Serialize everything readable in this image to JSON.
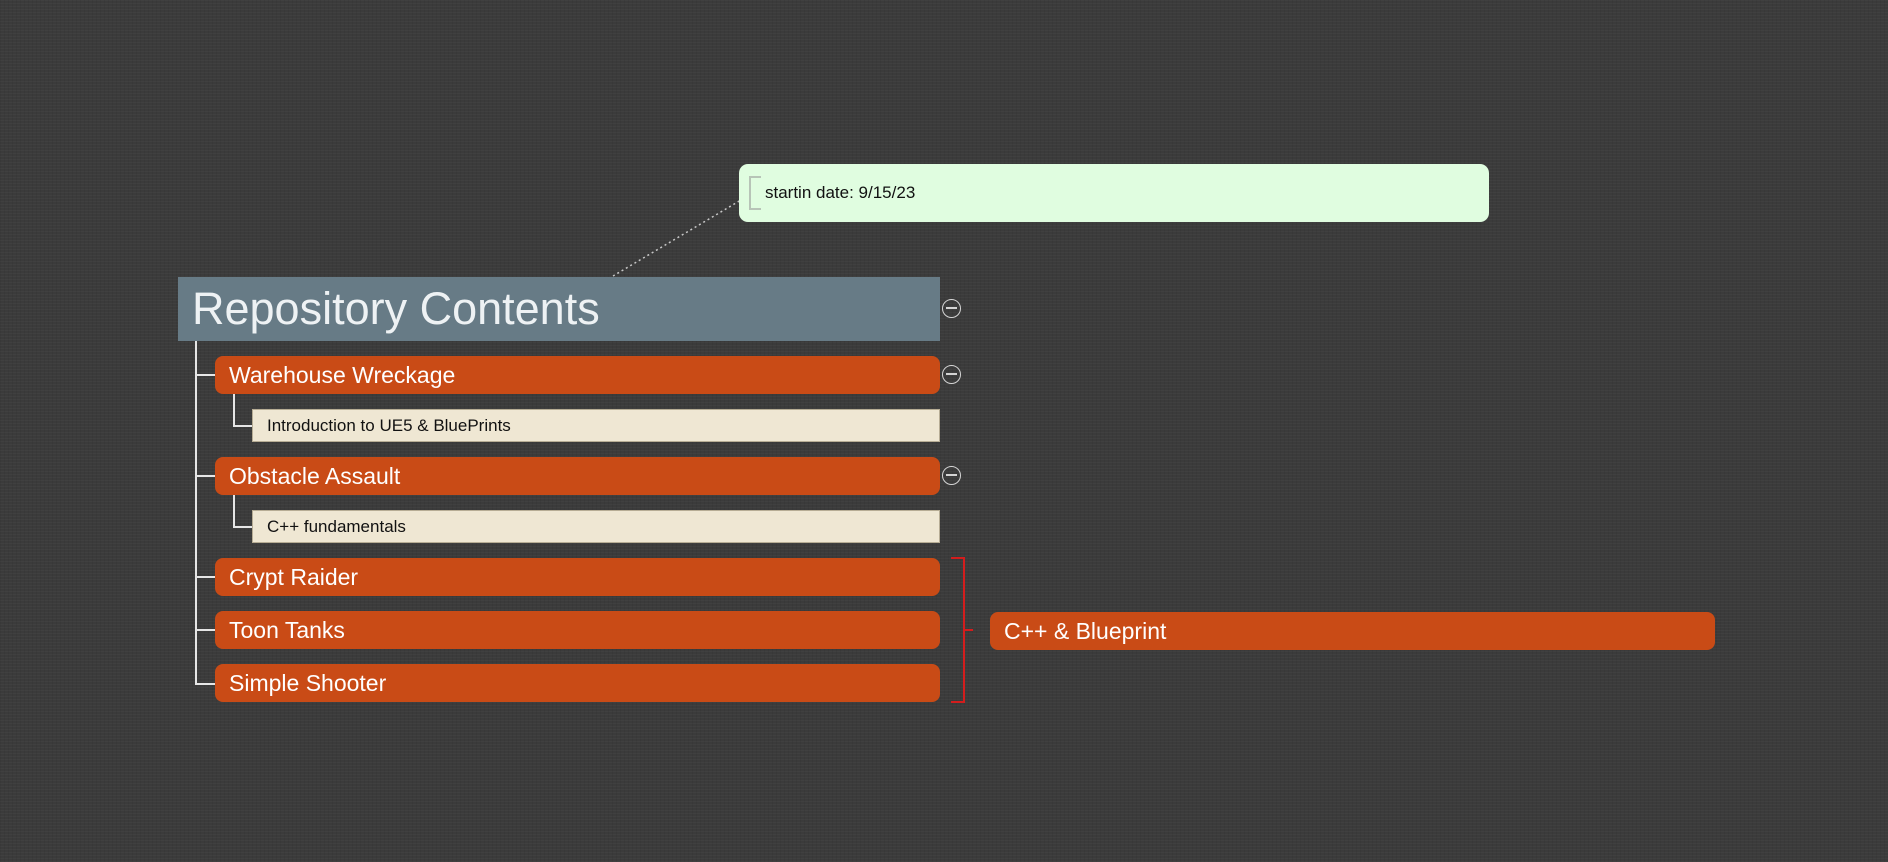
{
  "note": {
    "text": "startin date: 9/15/23"
  },
  "root": {
    "title": "Repository Contents"
  },
  "topics": [
    {
      "label": "Warehouse Wreckage",
      "subtopic": "Introduction to UE5 & BluePrints"
    },
    {
      "label": "Obstacle Assault",
      "subtopic": "C++ fundamentals"
    },
    {
      "label": "Crypt Raider"
    },
    {
      "label": "Toon Tanks"
    },
    {
      "label": "Simple Shooter"
    }
  ],
  "summary": {
    "label": "C++ & Blueprint"
  },
  "icons": {
    "collapse": "minus-circle-icon"
  },
  "colors": {
    "background": "#3b3b3b",
    "root_fill": "#677b86",
    "topic_fill": "#c94b16",
    "subtopic_fill": "#efe7d3",
    "note_fill": "#e0fde0",
    "summary_bracket": "#d31d1d"
  }
}
